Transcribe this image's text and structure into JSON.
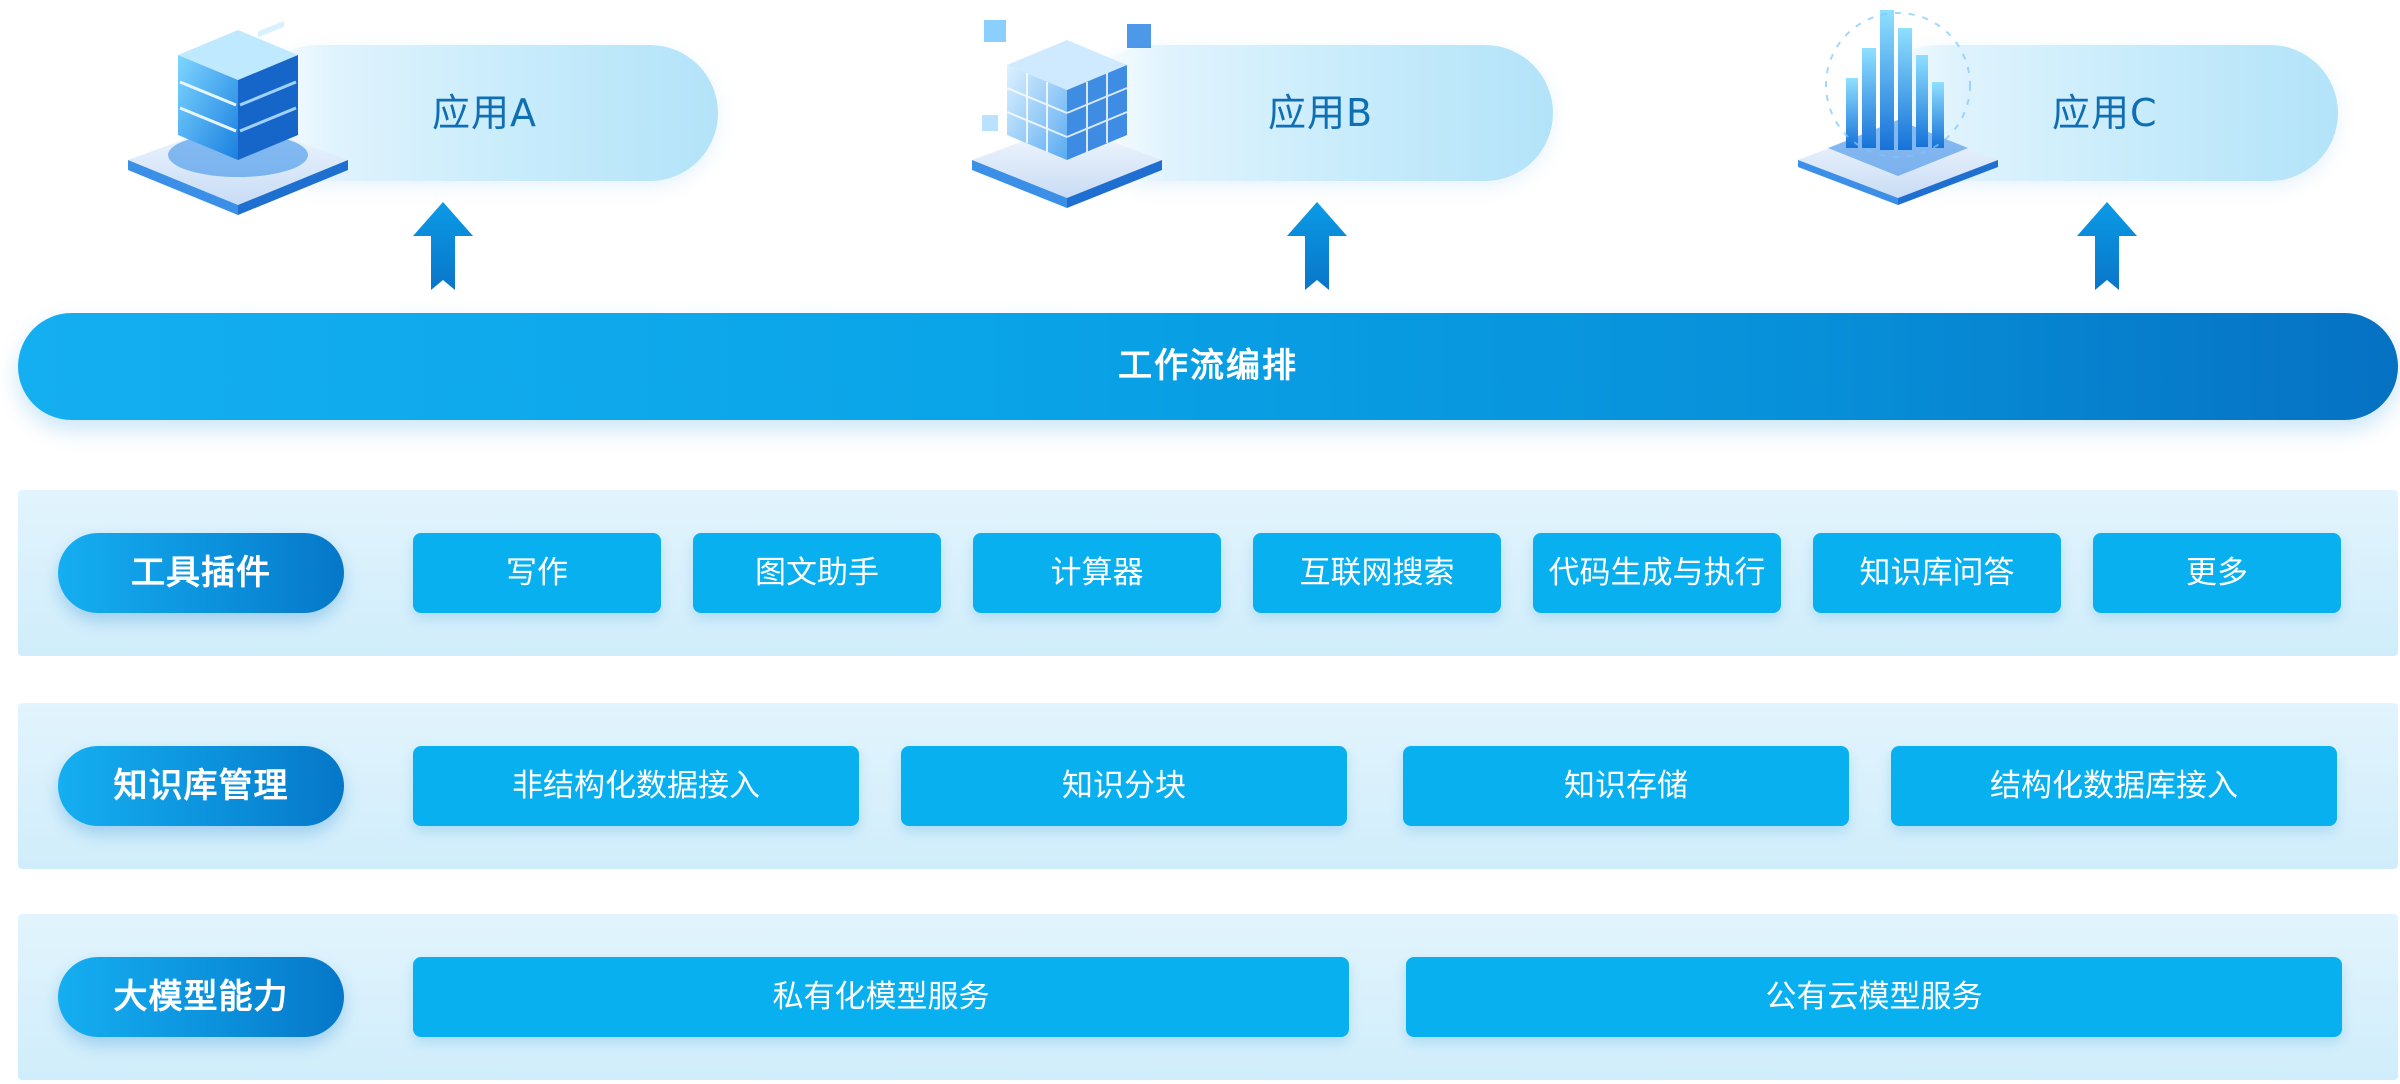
{
  "apps": [
    {
      "label": "应用A"
    },
    {
      "label": "应用B"
    },
    {
      "label": "应用C"
    }
  ],
  "workflow": {
    "label": "工作流编排"
  },
  "layers": {
    "tools": {
      "title": "工具插件",
      "items": [
        "写作",
        "图文助手",
        "计算器",
        "互联网搜索",
        "代码生成与执行",
        "知识库问答",
        "更多"
      ]
    },
    "knowledge": {
      "title": "知识库管理",
      "items": [
        "非结构化数据接入",
        "知识分块",
        "知识存储",
        "结构化数据库接入"
      ]
    },
    "models": {
      "title": "大模型能力",
      "items": [
        "私有化模型服务",
        "公有云模型服务"
      ]
    }
  },
  "colors": {
    "primary": "#08b0f0",
    "primary_dark": "#0671c2",
    "panel_bg": "#d6effc",
    "app_text": "#0f6fb2"
  },
  "icons": [
    "server-stack-icon",
    "cube-blocks-icon",
    "city-towers-icon",
    "up-arrow-icon"
  ]
}
